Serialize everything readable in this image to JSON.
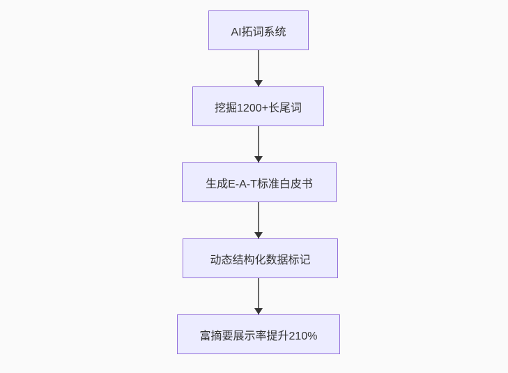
{
  "diagram": {
    "type": "flowchart",
    "direction": "top-down",
    "nodes": [
      {
        "id": "n1",
        "label": "AI拓词系统"
      },
      {
        "id": "n2",
        "label": "挖掘1200+长尾词"
      },
      {
        "id": "n3",
        "label": "生成E-A-T标准白皮书"
      },
      {
        "id": "n4",
        "label": "动态结构化数据标记"
      },
      {
        "id": "n5",
        "label": "富摘要展示率提升210%"
      }
    ],
    "edges": [
      {
        "from": "n1",
        "to": "n2"
      },
      {
        "from": "n2",
        "to": "n3"
      },
      {
        "from": "n3",
        "to": "n4"
      },
      {
        "from": "n4",
        "to": "n5"
      }
    ],
    "colors": {
      "background": "#fafafa",
      "node_fill": "#ececff",
      "node_border": "#9370db",
      "node_text": "#333333",
      "edge_line": "#696969",
      "edge_arrowhead": "#333333"
    }
  }
}
